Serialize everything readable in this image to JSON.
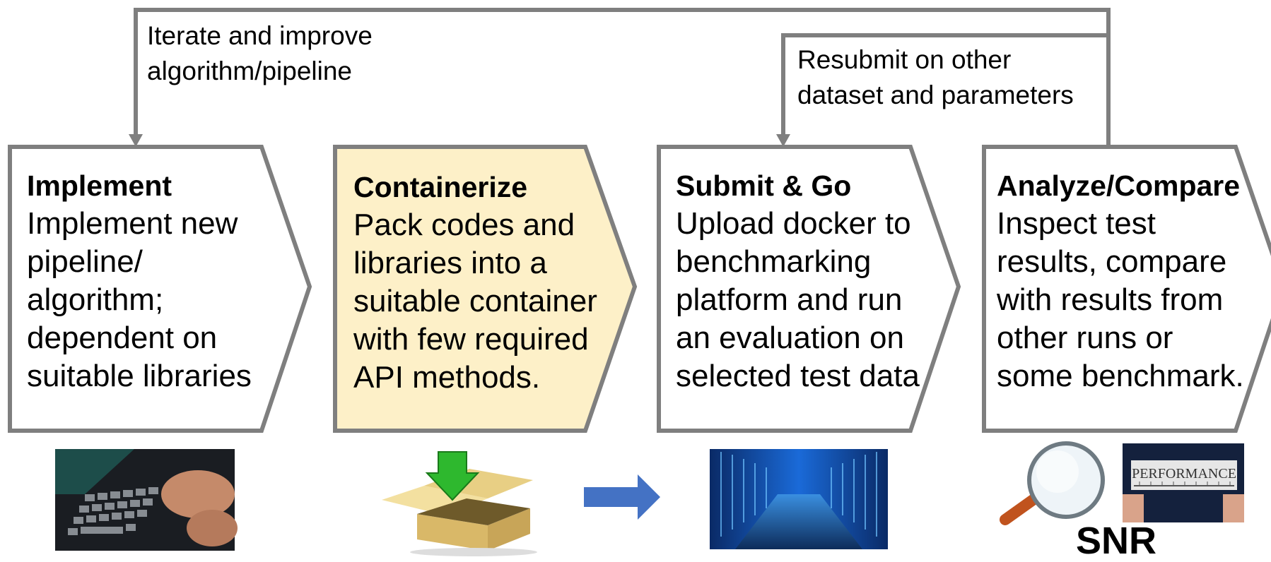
{
  "loops": {
    "iterate": [
      "Iterate and improve",
      "algorithm/pipeline"
    ],
    "resubmit": [
      "Resubmit on other",
      "dataset and parameters"
    ]
  },
  "steps": [
    {
      "title": "Implement",
      "lines": [
        "Implement new",
        "pipeline/",
        "algorithm;",
        "dependent on",
        "suitable libraries"
      ],
      "fill": "#ffffff"
    },
    {
      "title": "Containerize",
      "lines": [
        "Pack codes and",
        "libraries into a",
        "suitable container",
        "with few required",
        "API methods."
      ],
      "fill": "#fdf0c8"
    },
    {
      "title": "Submit & Go",
      "lines": [
        "Upload docker to",
        "benchmarking",
        "platform and run",
        "an evaluation on",
        "selected test data"
      ],
      "fill": "#ffffff"
    },
    {
      "title": "Analyze/Compare",
      "lines": [
        "Inspect test",
        "results, compare",
        "with results from",
        "other runs or",
        "some benchmark."
      ],
      "fill": "#ffffff"
    }
  ],
  "images": {
    "performance_text": "PERFORMANCE",
    "snr": "SNR"
  },
  "colors": {
    "stroke": "#7f7f7f",
    "highlight": "#fdf0c8",
    "arrow_blue": "#4472c4",
    "box_green": "#2eb82e"
  }
}
